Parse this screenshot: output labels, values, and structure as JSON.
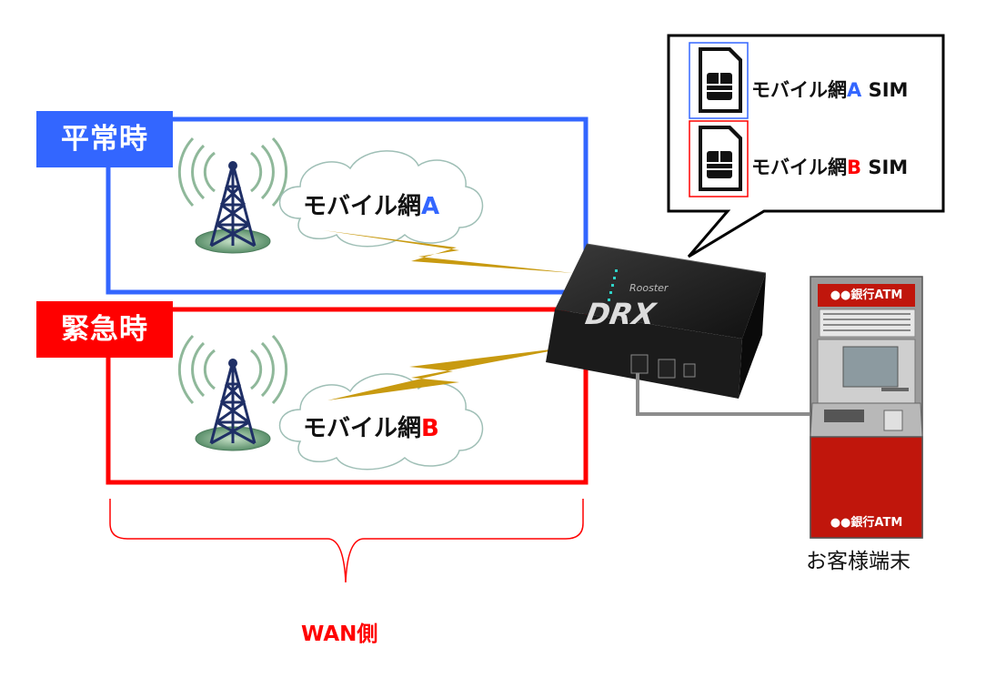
{
  "normal": {
    "label": "平常時",
    "network": "モバイル網",
    "network_letter": "A"
  },
  "emergency": {
    "label": "緊急時",
    "network": "モバイル網",
    "network_letter": "B"
  },
  "sims": [
    {
      "text": "モバイル網",
      "letter": "A",
      "suffix": " SIM"
    },
    {
      "text": "モバイル網",
      "letter": "B",
      "suffix": " SIM"
    }
  ],
  "router": {
    "brand": "Rooster",
    "model": "DRX"
  },
  "atm": {
    "sign_top": "●●銀行ATM",
    "sign_bottom": "●●銀行ATM"
  },
  "customer_terminal": "お客様端末",
  "wan_label": "WAN側",
  "colors": {
    "blue": "#3366ff",
    "red": "#ff0000",
    "bolt": "#c89a10",
    "atm_red": "#c0160c"
  }
}
